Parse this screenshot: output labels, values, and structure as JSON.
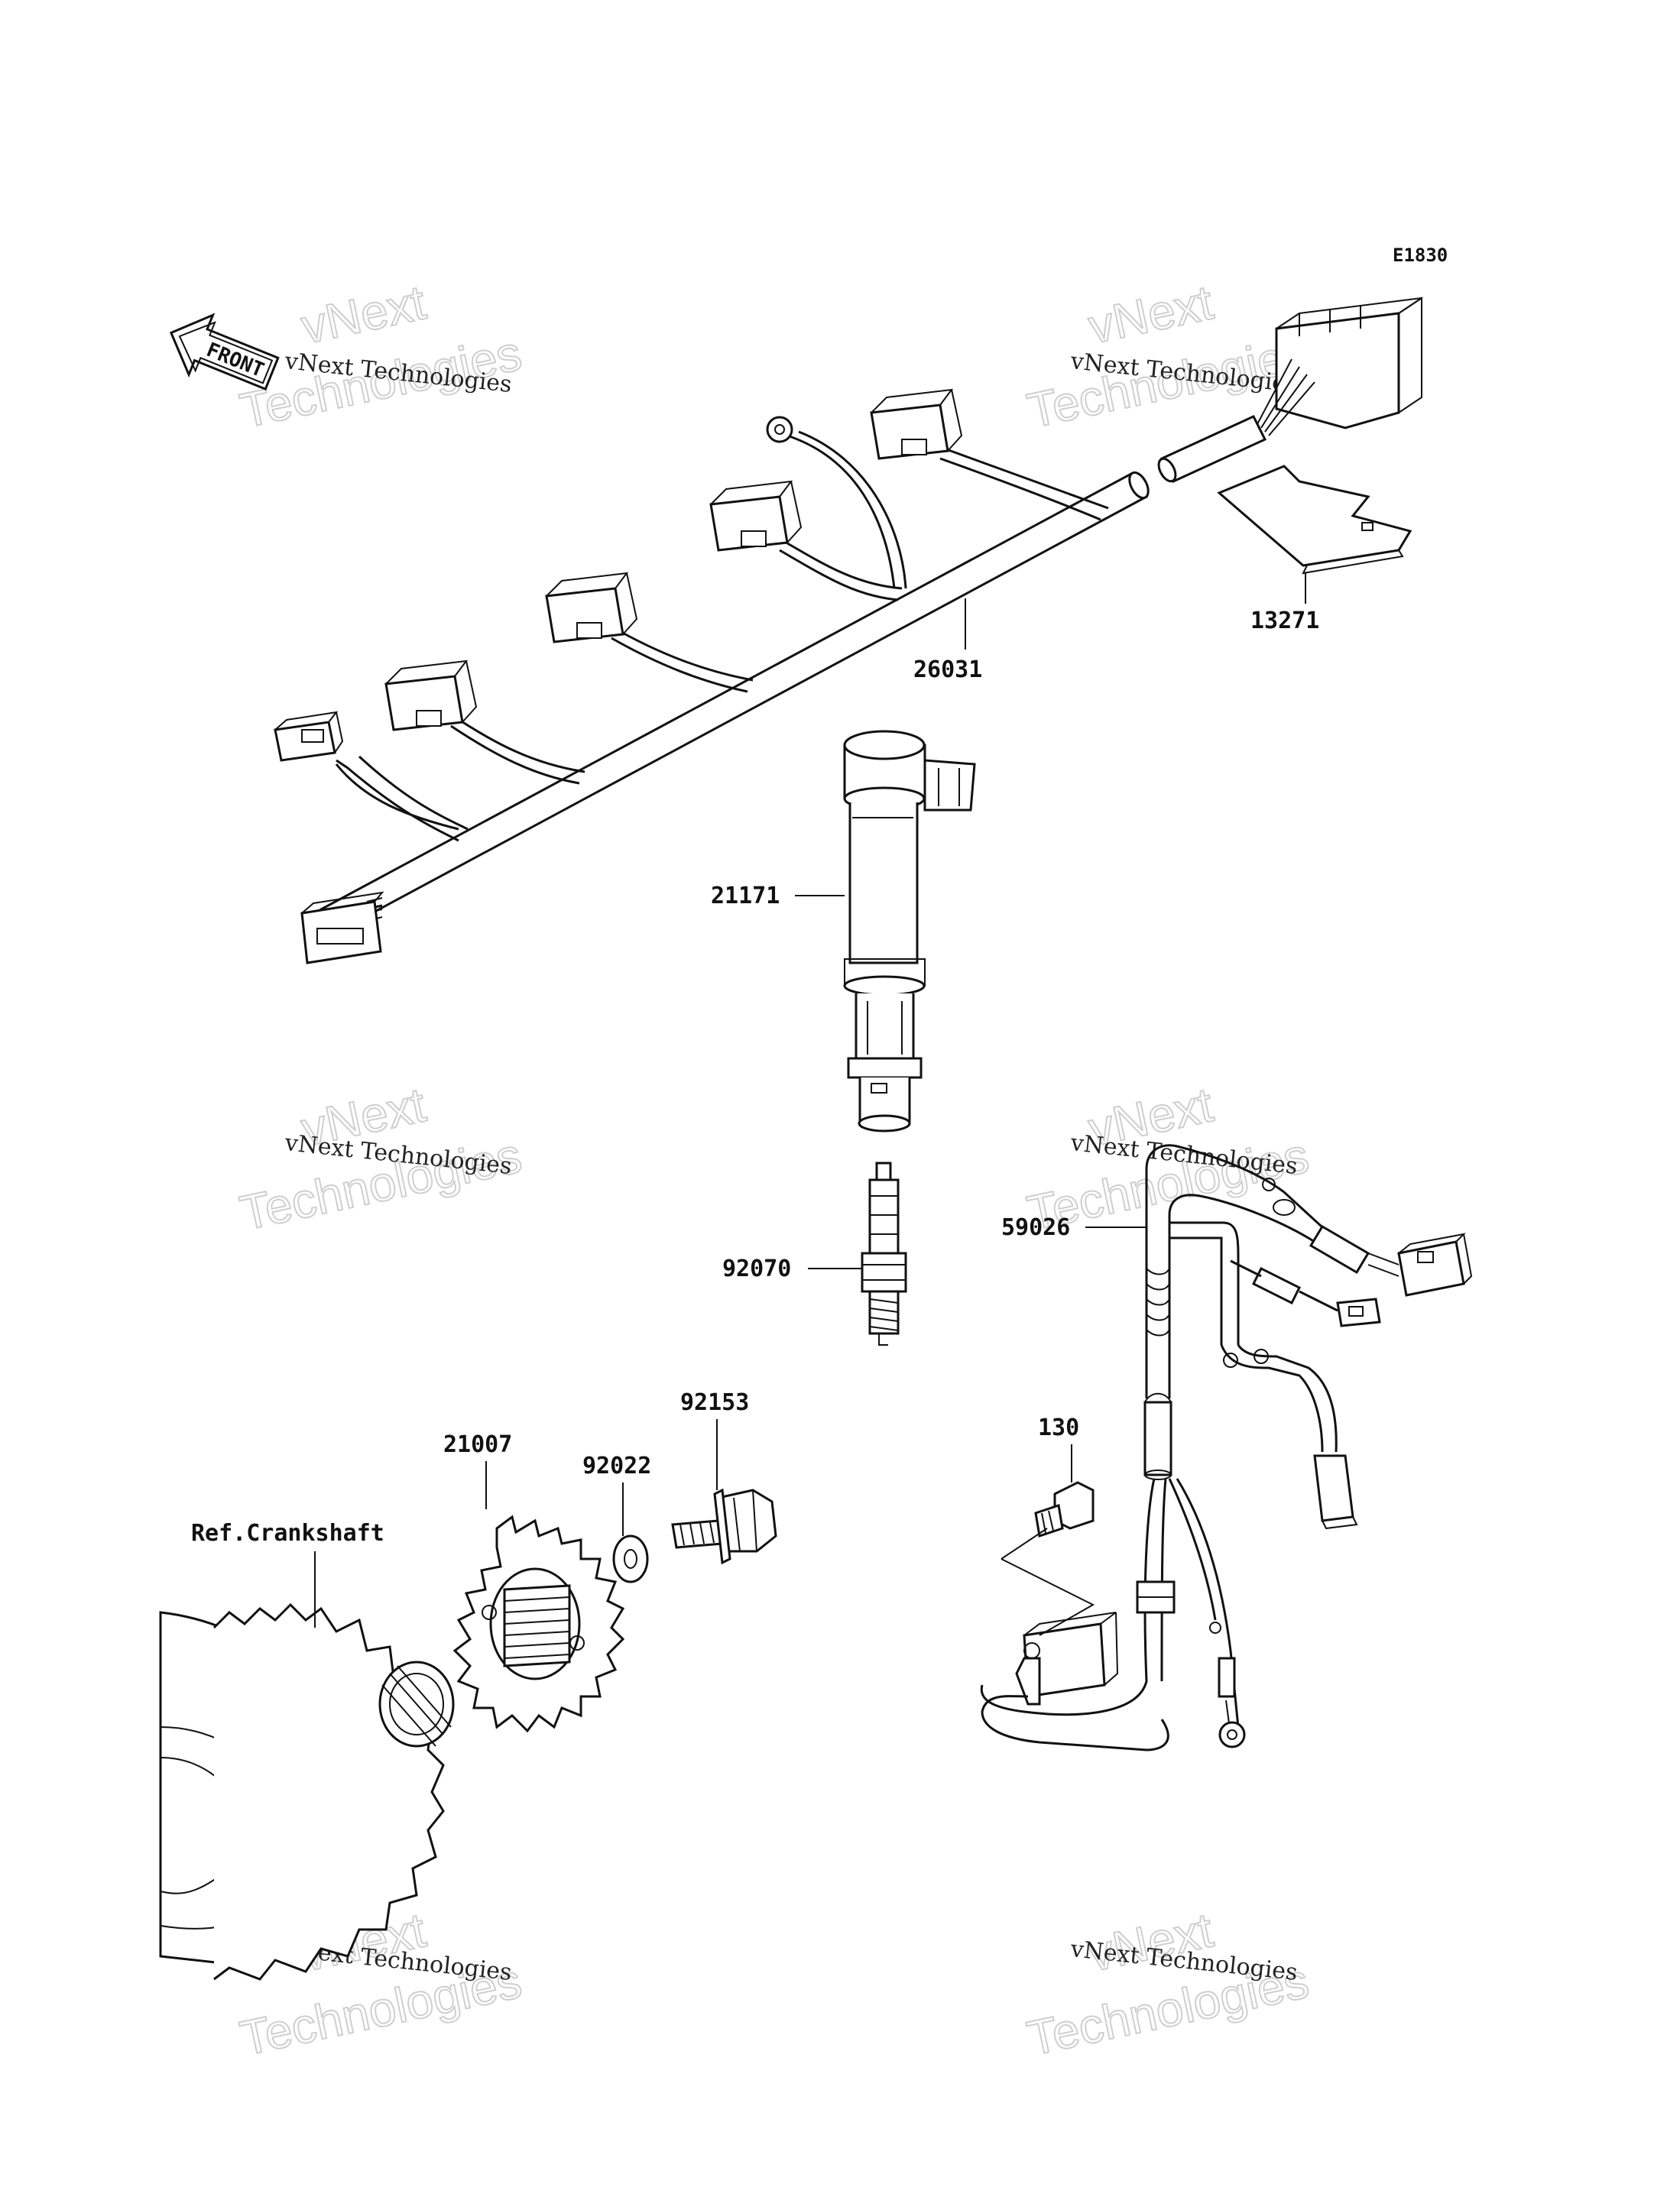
{
  "diagram_code": "E1830",
  "front_label": "FRONT",
  "ref_label": "Ref.Crankshaft",
  "parts": {
    "p26031": "26031",
    "p13271": "13271",
    "p21171": "21171",
    "p92070": "92070",
    "p59026": "59026",
    "p130": "130",
    "p92153": "92153",
    "p21007": "21007",
    "p92022": "92022"
  },
  "watermark": {
    "line_small": "vNext Technologies",
    "line_big_1": "vNext",
    "line_big_2": "Technologies"
  }
}
